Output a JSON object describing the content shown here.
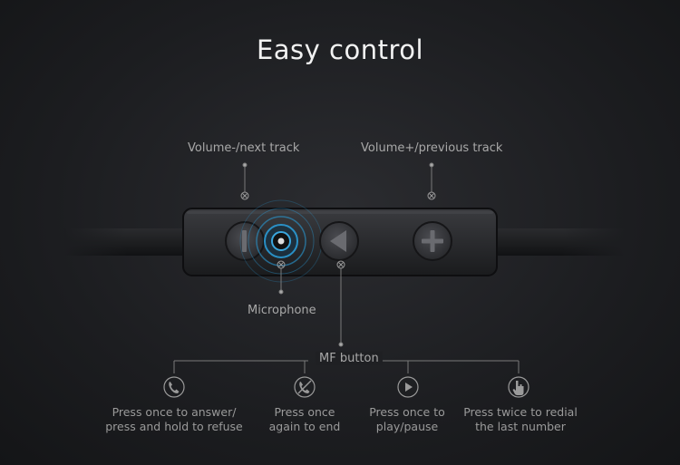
{
  "title": "Easy control",
  "labels": {
    "volume_minus": "Volume-/next track",
    "volume_plus": "Volume+/previous track",
    "microphone": "Microphone",
    "mf_button": "MF button"
  },
  "captions": [
    {
      "line1": "Press once to answer/",
      "line2": "press and hold to refuse",
      "icon": "phone-icon"
    },
    {
      "line1": "Press once",
      "line2": "again to end",
      "icon": "phone-hangup-icon"
    },
    {
      "line1": "Press once to",
      "line2": "play/pause",
      "icon": "play-icon"
    },
    {
      "line1": "Press twice to redial",
      "line2": "the last number",
      "icon": "tap-hand-icon"
    }
  ],
  "colors": {
    "background": "#1c1d20",
    "text": "#a8a8a8",
    "accent": "#2a9bd6"
  }
}
